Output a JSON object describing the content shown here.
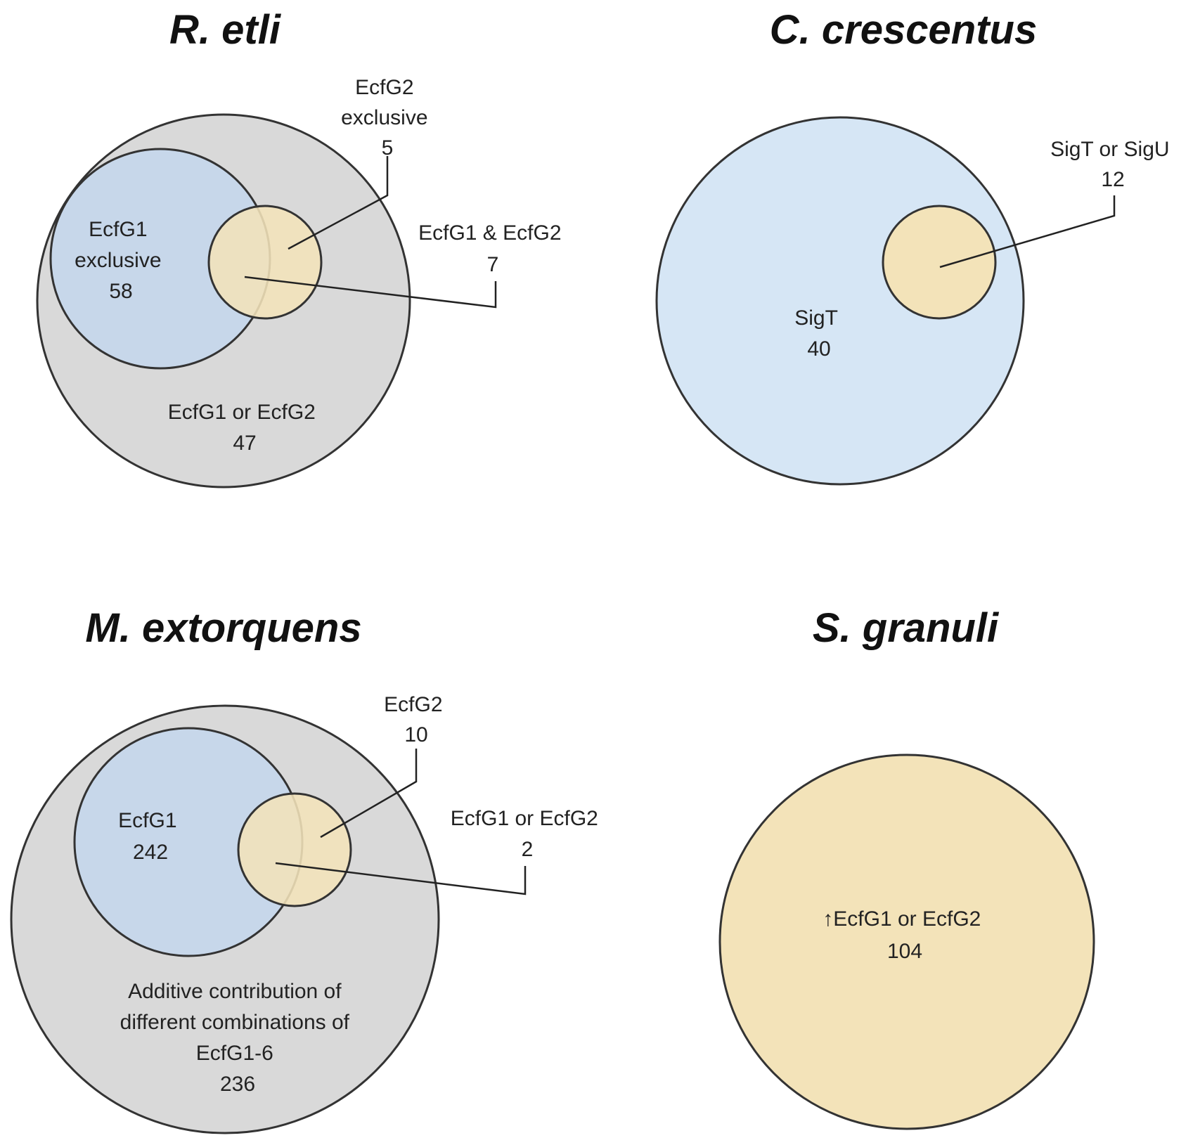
{
  "colors": {
    "gray": "#d9d9d9",
    "blue": "#c7d7ea",
    "light_blue": "#d6e6f5",
    "yellow": "#f3e3b9",
    "outline": "#333333"
  },
  "panels": {
    "r_etli": {
      "title": "R. etli",
      "ecfg2_exclusive": {
        "line1": "EcfG2",
        "line2": "exclusive",
        "count": "5"
      },
      "both": {
        "line1": "EcfG1 & EcfG2",
        "count": "7"
      },
      "ecfg1_exclusive": {
        "line1": "EcfG1",
        "line2": "exclusive",
        "count": "58"
      },
      "either": {
        "line1": "EcfG1 or EcfG2",
        "count": "47"
      }
    },
    "c_crescentus": {
      "title": "C. crescentus",
      "either": {
        "line1": "SigT or SigU",
        "count": "12"
      },
      "sigt": {
        "line1": "SigT",
        "count": "40"
      }
    },
    "m_extorquens": {
      "title": "M. extorquens",
      "ecfg2": {
        "line1": "EcfG2",
        "count": "10"
      },
      "either": {
        "line1": "EcfG1 or EcfG2",
        "count": "2"
      },
      "ecfg1": {
        "line1": "EcfG1",
        "count": "242"
      },
      "additive": {
        "line1": "Additive contribution of",
        "line2": "different combinations of",
        "line3": "EcfG1-6",
        "count": "236"
      }
    },
    "s_granuli": {
      "title": "S. granuli",
      "up": {
        "line1": "↑EcfG1 or EcfG2",
        "count": "104"
      }
    }
  }
}
